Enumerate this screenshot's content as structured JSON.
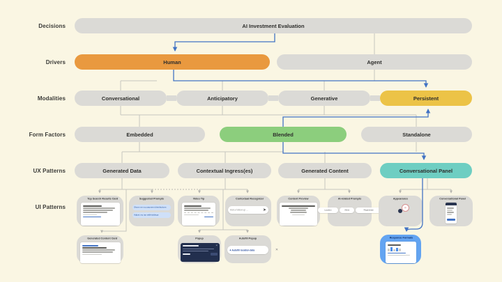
{
  "page": {
    "background": "#FAF6E3"
  },
  "row_labels": [
    "Decisions",
    "Drivers",
    "Modalities",
    "Form Factors",
    "UX Patterns",
    "UI Patterns"
  ],
  "nodes": {
    "decisions": [
      "AI Investment Evaluation"
    ],
    "drivers": [
      "Human",
      "Agent"
    ],
    "modalities": [
      "Conversational",
      "Anticipatory",
      "Generative",
      "Persistent"
    ],
    "form_factors": [
      "Embedded",
      "Blended",
      "Standalone"
    ],
    "ux_patterns": [
      "Generated Data",
      "Contextual Ingress(es)",
      "Generated Content",
      "Conversational Panel"
    ]
  },
  "highlighted_path": [
    "AI Investment Evaluation",
    "Human",
    "Persistent",
    "Blended",
    "Conversational Panel",
    "Response Formats"
  ],
  "ui_cards": {
    "top_search_results": {
      "title": "Top Search Results Card"
    },
    "suggested_prompts": {
      "title": "Suggested Prompts",
      "pills": [
        "Show me my payment distributions",
        "Adjust my tax withholdings"
      ]
    },
    "video_tip": {
      "title": "Video Tip"
    },
    "contextual_recognizer": {
      "title": "Contextual Recognizer",
      "input_placeholder": "Ask a follow up ...",
      "send_icon": "paper-plane"
    },
    "content_preview": {
      "title": "Content Preview"
    },
    "ai_related_prompts": {
      "title": "AI-related Prompts",
      "pills": [
        "Location",
        "Alerts",
        "Regenerate"
      ]
    },
    "appearance": {
      "title": "Appearance"
    },
    "conversational_panel": {
      "title": "Conversational Panel"
    },
    "generated_content_card": {
      "title": "Generated Content Card"
    },
    "popup": {
      "title": "Popup",
      "close_icon": "✕"
    },
    "autofill_popup": {
      "title": "Autofill Popup",
      "pill": "✦ Autofill location data",
      "close_icon": "✕"
    },
    "response_formats": {
      "title": "Response Formats"
    }
  },
  "colors": {
    "background": "#FAF6E3",
    "node_gray": "#DBDAD6",
    "human_orange": "#E9993F",
    "persistent_yellow": "#ECC347",
    "blended_green": "#8CCE7D",
    "panel_teal": "#6ECEC2",
    "response_blue": "#63A4F1",
    "wire_blue": "#4273C4",
    "wire_gray": "#C6C5BF"
  }
}
